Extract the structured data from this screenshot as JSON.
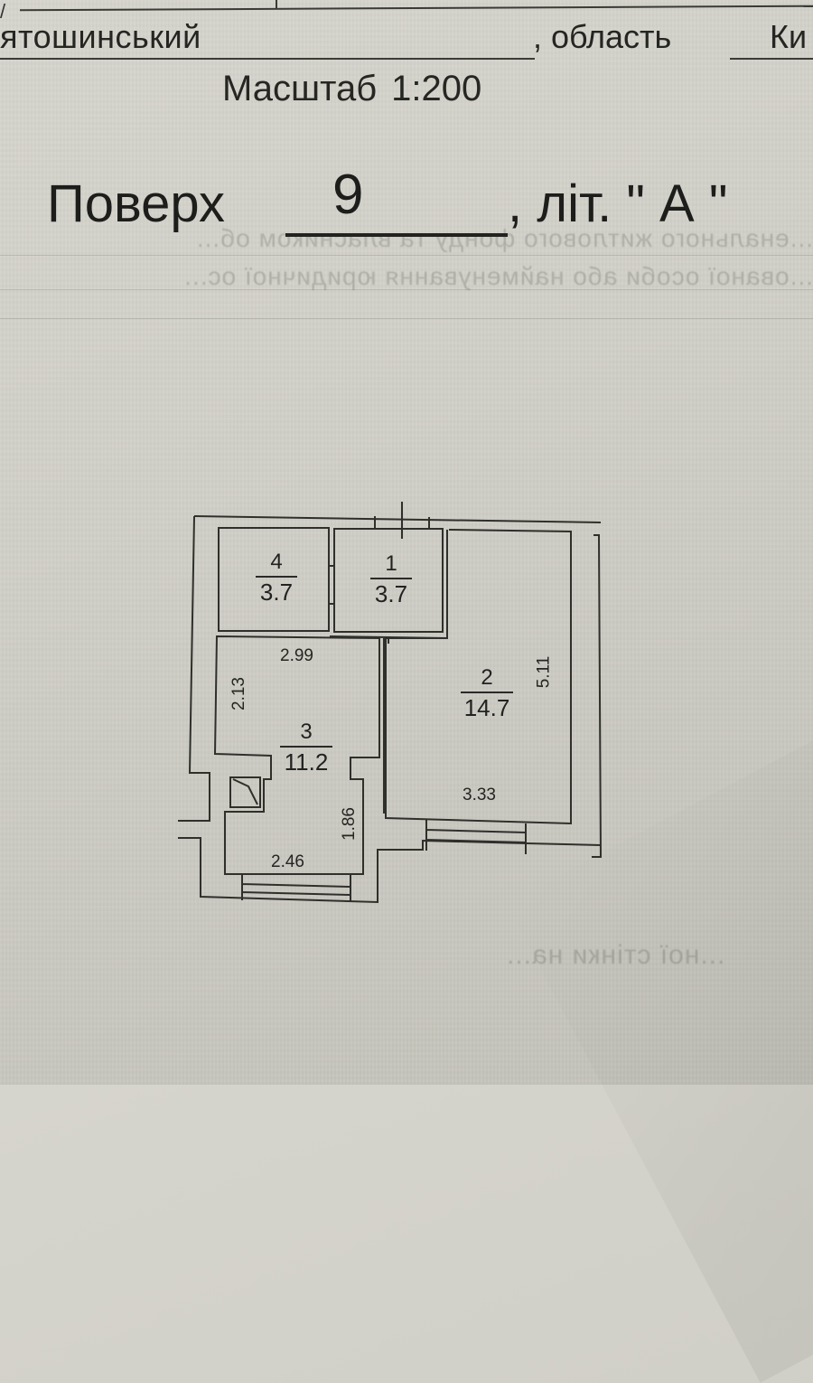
{
  "document": {
    "type": "Floor plan (BTI technical passport page)",
    "header": {
      "district_value": "ятошинський",
      "region_label": ", область",
      "region_value": "Ки"
    },
    "scale": {
      "label": "Масштаб",
      "value": "1:200"
    },
    "floor": {
      "label": "Поверх",
      "value": "9",
      "letter_label": ", літ. \" А \""
    },
    "bleed_through": {
      "line_1": "...енального житлового фонду та власником об...",
      "line_2": "...ованої особи або найменування юридичної ос...",
      "line_3": "...ної стінки на..."
    }
  },
  "floor_plan": {
    "rooms": [
      {
        "number": "1",
        "area": "3.7"
      },
      {
        "number": "2",
        "area": "14.7"
      },
      {
        "number": "3",
        "area": "11.2"
      },
      {
        "number": "4",
        "area": "3.7"
      }
    ],
    "dimensions": {
      "room3_top_width": "2.99",
      "room3_upper_height": "2.13",
      "room3_lower_height": "1.86",
      "room3_bottom_width": "2.46",
      "room2_height": "5.11",
      "room2_width": "3.33"
    },
    "colors": {
      "line": "#2f2f2b",
      "paper": "#d3d2ca",
      "ink": "#1e1e1c"
    }
  }
}
